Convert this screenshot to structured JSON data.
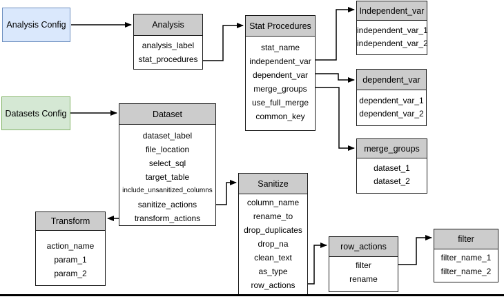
{
  "colors": {
    "config_blue_fill": "#dae8fc",
    "config_blue_border": "#6c8ebf",
    "config_green_fill": "#d5e8d4",
    "config_green_border": "#82b366",
    "table_header_fill": "#cccccc",
    "table_border": "#1a1a1a",
    "connector": "#000000"
  },
  "nodes": {
    "analysis_config": {
      "label": "Analysis Config"
    },
    "datasets_config": {
      "label": "Datasets Config"
    }
  },
  "tables": {
    "analysis": {
      "title": "Analysis",
      "fields": [
        "analysis_label",
        "stat_procedures"
      ]
    },
    "stat_procedures": {
      "title": "Stat Procedures",
      "fields": [
        "stat_name",
        "independent_var",
        "dependent_var",
        "merge_groups",
        "use_full_merge",
        "common_key"
      ]
    },
    "independent_var": {
      "title": "Independent_var",
      "fields": [
        "independent_var_1",
        "independent_var_2"
      ]
    },
    "dependent_var": {
      "title": "dependent_var",
      "fields": [
        "dependent_var_1",
        "dependent_var_2"
      ]
    },
    "merge_groups": {
      "title": "merge_groups",
      "fields": [
        "dataset_1",
        "dataset_2"
      ]
    },
    "dataset": {
      "title": "Dataset",
      "fields": [
        "dataset_label",
        "file_location",
        "select_sql",
        "target_table",
        "include_unsanitized_columns",
        "sanitize_actions",
        "transform_actions"
      ]
    },
    "transform": {
      "title": "Transform",
      "fields": [
        "action_name",
        "param_1",
        "param_2"
      ]
    },
    "sanitize": {
      "title": "Sanitize",
      "fields": [
        "column_name",
        "rename_to",
        "drop_duplicates",
        "drop_na",
        "clean_text",
        "as_type",
        "row_actions"
      ]
    },
    "row_actions": {
      "title": "row_actions",
      "fields": [
        "filter",
        "rename"
      ]
    },
    "filter": {
      "title": "filter",
      "fields": [
        "filter_name_1",
        "filter_name_2"
      ]
    }
  }
}
